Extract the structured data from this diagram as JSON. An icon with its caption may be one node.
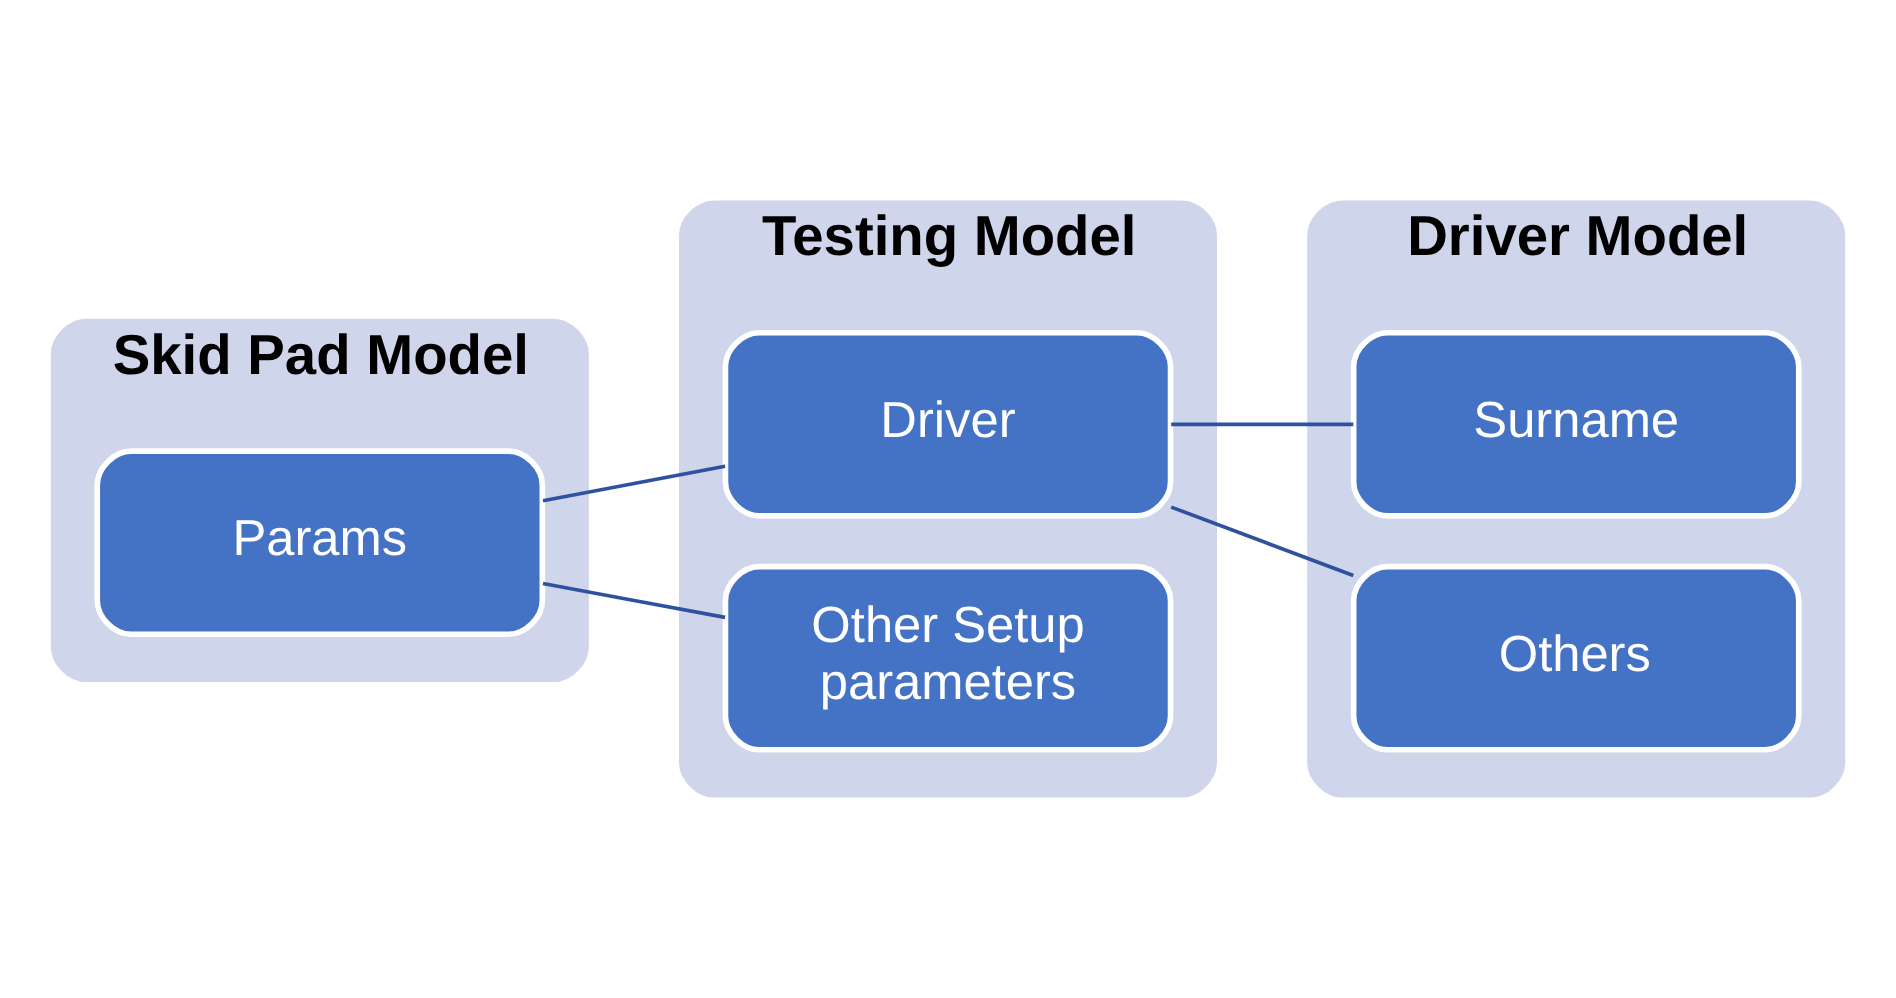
{
  "diagram": {
    "nodes": [
      {
        "text": [
          "Skid Pad Model"
        ]
      },
      {
        "text": [
          "Params"
        ],
        "in": 0
      },
      {
        "text": [
          "Testing Model"
        ]
      },
      {
        "text": [
          "Driver"
        ],
        "in": 2
      },
      {
        "text": [
          "Other Setup parameters"
        ],
        "in": 2
      },
      {
        "text": [
          "Driver Model"
        ]
      },
      {
        "text": [
          "Surname"
        ],
        "in": 5
      },
      {
        "text": [
          "Others"
        ],
        "in": 5
      }
    ],
    "edges": [
      {
        "from": 1,
        "to": 3,
        "arrow": "none"
      },
      {
        "from": 1,
        "to": 4,
        "arrow": "none"
      },
      {
        "from": 3,
        "to": 6,
        "arrow": "none"
      },
      {
        "from": 3,
        "to": 7,
        "arrow": "none"
      }
    ]
  }
}
